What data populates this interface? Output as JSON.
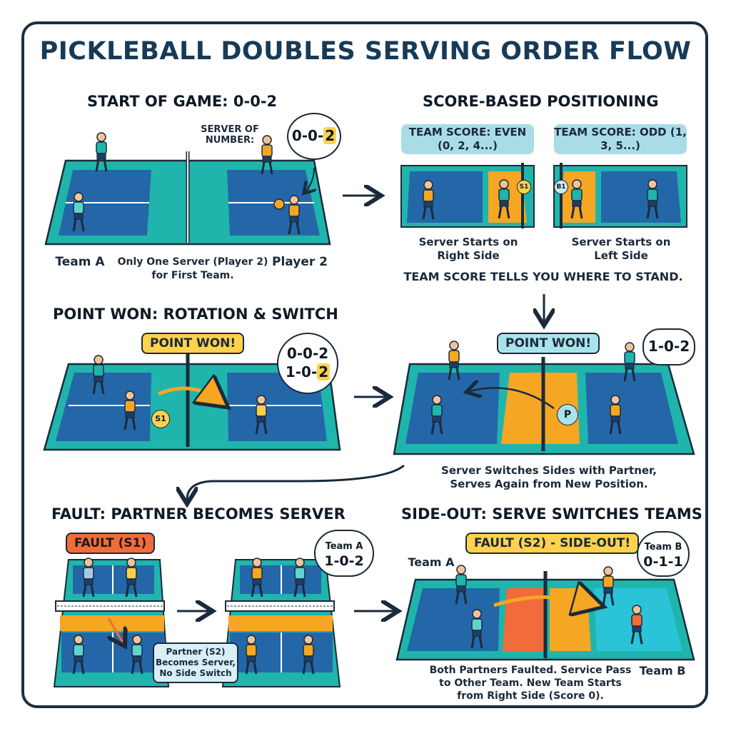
{
  "title": "PICKLEBALL DOUBLES SERVING ORDER FLOW",
  "colors": {
    "court_teal": "#1fb5ad",
    "court_blue": "#2467a8",
    "accent_orange": "#f5a623",
    "fault_red": "#f26b3a",
    "badge_yellow": "#ffd24d",
    "panel_blue": "#cdeaf0",
    "dark": "#1b2f3f"
  },
  "start": {
    "heading": "START OF GAME: 0-0-2",
    "server_label": "SERVER OF NUMBER:",
    "bubble_prefix": "0-0-",
    "bubble_highlight": "2",
    "team_a": "Team A",
    "caption": "Only One Server (Player 2) for First Team.",
    "player2": "Player 2"
  },
  "positioning": {
    "heading": "SCORE-BASED POSITIONING",
    "even_label": "TEAM SCORE: EVEN (0, 2, 4...)",
    "odd_label": "TEAM SCORE: ODD (1, 3, 5...)",
    "even_caption": "Server Starts on Right Side",
    "odd_caption": "Server Starts on Left Side",
    "tag_s1": "S1",
    "tag_b1": "B1",
    "footer": "TEAM SCORE TELLS YOU WHERE TO STAND."
  },
  "point_won": {
    "heading": "POINT WON: ROTATION & SWITCH",
    "badge": "POINT WON!",
    "bubble_line1": "0-0-2",
    "bubble_line2_prefix": "1-0-",
    "bubble_line2_highlight": "2",
    "tag": "S1"
  },
  "point_won_right": {
    "badge": "POINT WON!",
    "bubble": "1-0-2",
    "tag": "P",
    "caption": "Server Switches Sides with Partner, Serves Again from New Position."
  },
  "fault": {
    "heading": "FAULT: PARTNER BECOMES SERVER",
    "badge": "FAULT (S1)",
    "bubble_line1": "Team A",
    "bubble_line2": "1-0-2",
    "note": "Partner (S2) Becomes Server, No Side Switch"
  },
  "sideout": {
    "heading": "SIDE-OUT: SERVE SWITCHES TEAMS",
    "badge": "FAULT (S2) - SIDE-OUT!",
    "team_a": "Team A",
    "bubble_line1": "Team B",
    "bubble_line2": "0-1-1",
    "team_b": "Team B",
    "caption": "Both Partners Faulted. Service Pass to Other Team. New Team Starts from Right Side (Score 0)."
  }
}
